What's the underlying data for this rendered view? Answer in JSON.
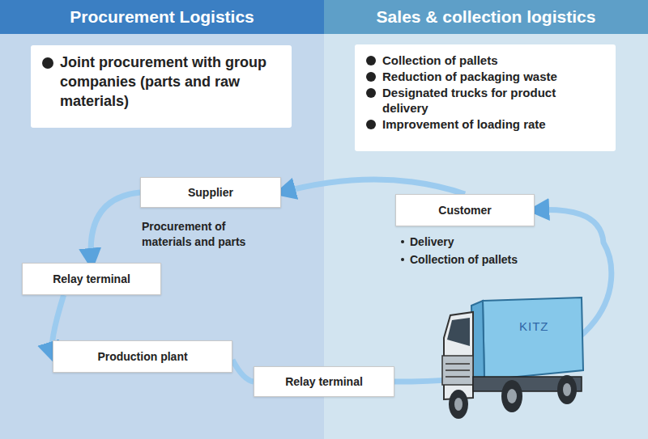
{
  "diagram": {
    "nodes": [
      {
        "text": [
          "Procurement Logistics"
        ]
      },
      {
        "text": [
          "Sales & collection logistics"
        ]
      },
      {
        "text": [
          "Joint procurement with group companies (parts and raw materials)"
        ]
      },
      {
        "text": [
          "Collection of pallets",
          "Reduction of packaging waste",
          "Designated trucks for product delivery",
          "Improvement of loading rate"
        ]
      },
      {
        "text": [
          "Supplier"
        ]
      },
      {
        "text": [
          "Customer"
        ]
      },
      {
        "text": [
          "Relay terminal"
        ]
      },
      {
        "text": [
          "Production plant"
        ]
      },
      {
        "text": [
          "Relay terminal"
        ]
      }
    ],
    "edges": [
      {
        "from": 4,
        "to": 6,
        "arrow": "to"
      },
      {
        "from": 6,
        "to": 7,
        "arrow": "to"
      },
      {
        "from": 7,
        "to": 8,
        "arrow": "none"
      },
      {
        "from": 8,
        "to": 5,
        "arrow": "to"
      },
      {
        "from": 5,
        "to": 4,
        "arrow": "to"
      }
    ],
    "labels": [
      "Procurement of materials and parts",
      "Delivery",
      "Collection of pallets",
      "KITZ"
    ]
  }
}
